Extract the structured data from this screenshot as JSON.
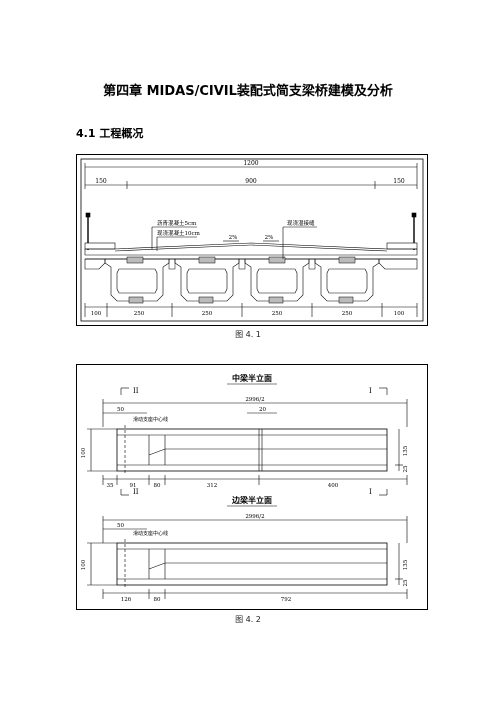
{
  "chapter_title": "第四章 MIDAS/CIVIL装配式简支梁桥建模及分析",
  "section_title": "4.1 工程概况",
  "figure1": {
    "caption": "图 4. 1",
    "total_width": "1200",
    "top_dims": [
      "150",
      "900",
      "150"
    ],
    "label_asphalt": "沥青混凝土5cm",
    "label_cast": "现浇混凝土10cm",
    "label_joint": "现浇湿接缝",
    "slope_left": "2%",
    "slope_right": "2%",
    "bottom_dims": [
      "100",
      "250",
      "250",
      "250",
      "250",
      "100"
    ]
  },
  "figure2": {
    "caption": "图 4. 2",
    "mid_title": "中梁半立面",
    "side_title": "边梁半立面",
    "section_left": "II",
    "section_right": "I",
    "half_span_mid": "2996/2",
    "half_span_side": "2996/2",
    "dim_50_mid": "50",
    "dim_20": "20",
    "bearing_label_mid": "滑动支座中心线",
    "height_mid": "100",
    "right_dim_135_mid": "135",
    "right_dim_25_mid": "25",
    "bottom_dims_mid": [
      "35",
      "91",
      "80",
      "312",
      "400"
    ],
    "dim_50_side": "50",
    "bearing_label_side": "滑动支座中心线",
    "height_side": "100",
    "right_dim_135_side": "135",
    "right_dim_25_side": "25",
    "bottom_dims_side": [
      "126",
      "80",
      "792"
    ]
  }
}
